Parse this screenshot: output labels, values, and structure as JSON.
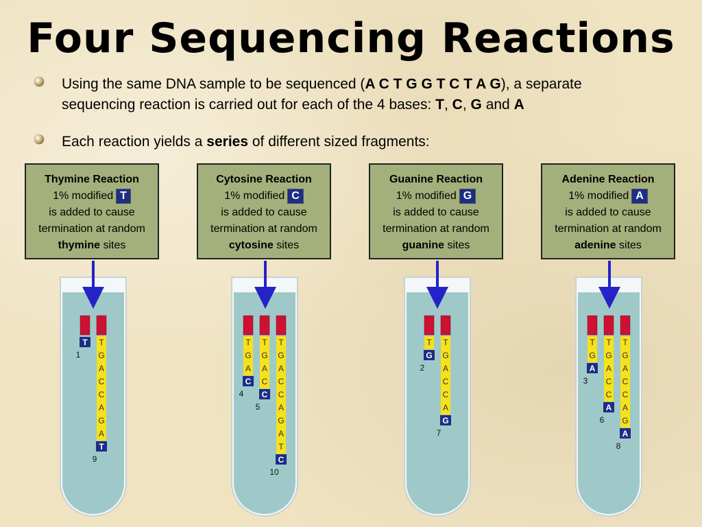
{
  "title": "Four Sequencing Reactions",
  "bullets": [
    {
      "pre": "Using the same DNA sample to be sequenced (",
      "seq": "A C T G G T C T A G",
      "post": "), a separate",
      "line2_pre": "sequencing reaction is carried out for each of the 4 bases: ",
      "b1": "T",
      "sep1": ", ",
      "b2": "C",
      "sep2": ", ",
      "b3": "G",
      "sep3": " and ",
      "b4": "A"
    },
    {
      "pre": "Each reaction yields a ",
      "bold": "series",
      "post": " of different sized fragments:"
    }
  ],
  "reactions": [
    {
      "title": "Thymine Reaction",
      "modified_pre": "1% modified",
      "base": "T",
      "line3": "is added to cause",
      "line4": "termination at random",
      "site_bold": "thymine",
      "site_post": " sites"
    },
    {
      "title": "Cytosine Reaction",
      "modified_pre": "1% modified",
      "base": "C",
      "line3": "is added to cause",
      "line4": "termination at random",
      "site_bold": "cytosine",
      "site_post": " sites"
    },
    {
      "title": "Guanine Reaction",
      "modified_pre": "1% modified",
      "base": "G",
      "line3": "is added to cause",
      "line4": "termination at random",
      "site_bold": "guanine",
      "site_post": " sites"
    },
    {
      "title": "Adenine Reaction",
      "modified_pre": "1% modified",
      "base": "A",
      "line3": "is added to cause",
      "line4": "termination at random",
      "site_bold": "adenine",
      "site_post": " sites"
    }
  ],
  "tubes": [
    {
      "fragments": [
        {
          "bases": [
            "T"
          ],
          "label": "1"
        },
        {
          "bases": [
            "T",
            "G",
            "A",
            "C",
            "C",
            "A",
            "G",
            "A",
            "T"
          ],
          "label": "9"
        }
      ]
    },
    {
      "fragments": [
        {
          "bases": [
            "T",
            "G",
            "A",
            "C"
          ],
          "label": "4"
        },
        {
          "bases": [
            "T",
            "G",
            "A",
            "C",
            "C"
          ],
          "label": "5"
        },
        {
          "bases": [
            "T",
            "G",
            "A",
            "C",
            "C",
            "A",
            "G",
            "A",
            "T",
            "C"
          ],
          "label": "10"
        }
      ]
    },
    {
      "fragments": [
        {
          "bases": [
            "T",
            "G"
          ],
          "label": "2"
        },
        {
          "bases": [
            "T",
            "G",
            "A",
            "C",
            "C",
            "A",
            "G"
          ],
          "label": "7"
        }
      ]
    },
    {
      "fragments": [
        {
          "bases": [
            "T",
            "G",
            "A"
          ],
          "label": "3"
        },
        {
          "bases": [
            "T",
            "G",
            "A",
            "C",
            "C",
            "A"
          ],
          "label": "6"
        },
        {
          "bases": [
            "T",
            "G",
            "A",
            "C",
            "C",
            "A",
            "G",
            "A"
          ],
          "label": "8"
        }
      ]
    }
  ],
  "colors": {
    "box": "#a3b07b",
    "tube_liquid": "#9fc9c9",
    "primer": "#cc1133",
    "strand": "#f7e11a",
    "terminator": "#1d2e86",
    "arrow": "#2323c8"
  }
}
